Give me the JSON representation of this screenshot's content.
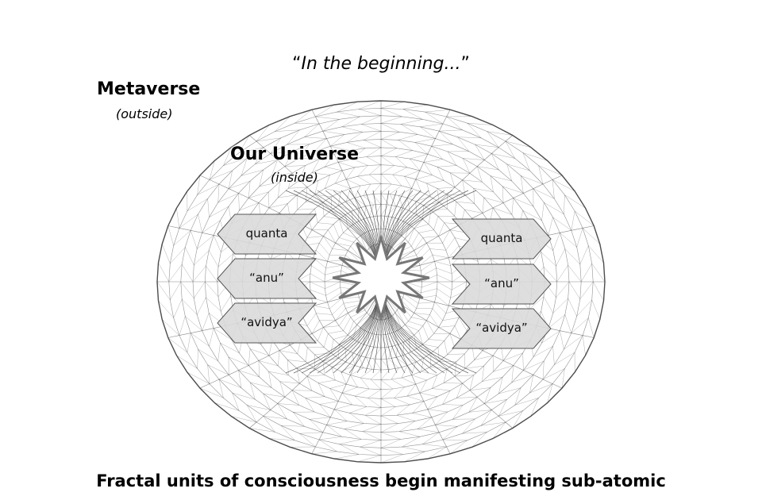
{
  "slide": {
    "title": "In the beginning...",
    "title_quote_open": "“",
    "title_quote_close": "”",
    "metaverse_label": "Metaverse",
    "metaverse_sub": "(outside)",
    "universe_label": "Our Universe",
    "universe_sub": "(inside)",
    "left_tags": [
      "quanta",
      "“anu”",
      "“avidya”"
    ],
    "right_tags": [
      "quanta",
      "“anu”",
      "“avidya”"
    ],
    "caption": "Fractal units of  consciousness begin manifesting sub-atomic"
  },
  "colors": {
    "mesh": "#3a3a3a",
    "tag_fill": "#d9d9d9",
    "tag_stroke": "#555555",
    "star_fill": "#ffffff",
    "star_stroke": "#777777"
  }
}
